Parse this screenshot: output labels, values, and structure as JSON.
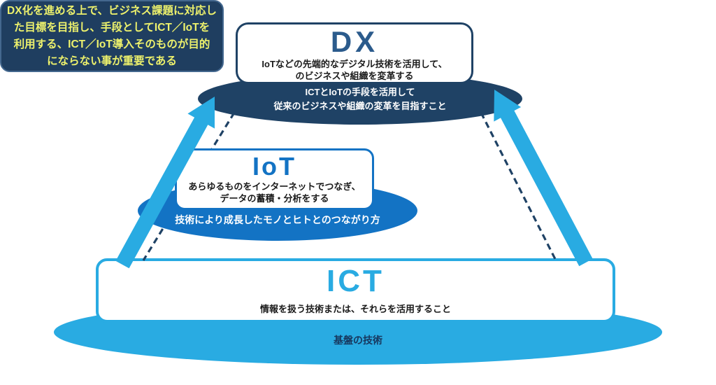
{
  "colors": {
    "navy": "#1F4265",
    "navy_title": "#2B5B8C",
    "medium_blue": "#1373C4",
    "light_blue": "#29ABE2",
    "callout_bg": "#1F3E60",
    "callout_text": "#EDF16C",
    "body_text": "#1a1a1a",
    "white": "#ffffff"
  },
  "diagram": {
    "dx": {
      "title": "DX",
      "desc_line1": "IoTなどの先端的なデジタル技術を活用して、",
      "desc_line2": "のビジネスや組織を変革する",
      "caption_line1": "ICTとIoTの手段を活用して",
      "caption_line2": "従来のビジネスや組織の変革を目指すこと"
    },
    "iot": {
      "title": "IoT",
      "desc_line1": "あらゆるものをインターネットでつなぎ、",
      "desc_line2": "データの蓄積・分析をする",
      "caption": "技術により成長したモノとヒトとのつながり方"
    },
    "ict": {
      "title": "ICT",
      "desc": "情報を扱う技術または、それらを活用すること",
      "caption": "基盤の技術"
    },
    "callout": {
      "line1": "DX化を進める上で、ビジネス課題に対応し",
      "line2": "た目標を目指し、手段としてICT／IoTを",
      "line3": "利用する、ICT／IoT導入そのものが目的",
      "line4": "にならない事が重要である"
    }
  }
}
